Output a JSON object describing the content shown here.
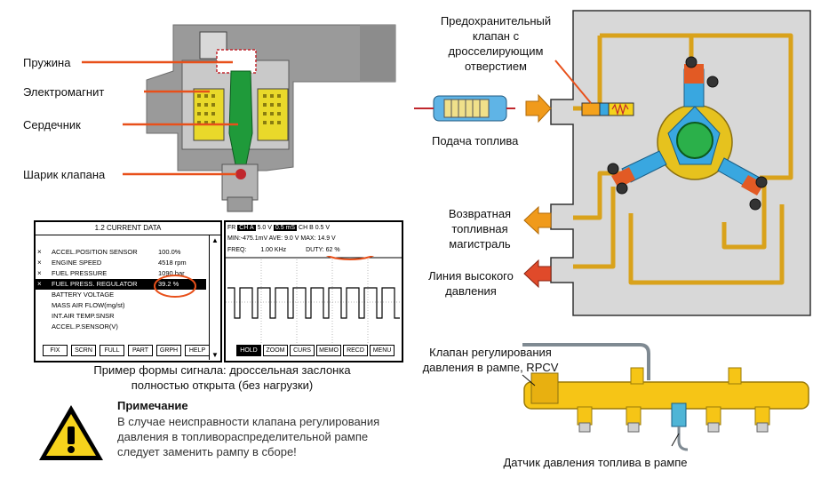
{
  "valve_labels": {
    "spring": "Пружина",
    "solenoid": "Электромагнит",
    "core": "Сердечник",
    "ball": "Шарик клапана"
  },
  "system_labels": {
    "relief_valve": [
      "Предохранительный",
      "клапан с",
      "дросселирующим",
      "отверстием"
    ],
    "fuel_supply": "Подача топлива",
    "return_line": [
      "Возвратная",
      "топливная",
      "магистраль"
    ],
    "high_pressure": [
      "Линия высокого",
      "давления"
    ]
  },
  "scanner": {
    "title": "1.2 CURRENT DATA",
    "rows": [
      {
        "mark": "×",
        "name": "ACCEL.POSITION SENSOR",
        "value": "100.0%"
      },
      {
        "mark": "×",
        "name": "ENGINE SPEED",
        "value": "4518 rpm"
      },
      {
        "mark": "×",
        "name": "FUEL PRESSURE",
        "value": "1090 bar"
      },
      {
        "mark": "×",
        "name": "FUEL PRESS. REGULATOR",
        "value": "39.2 %"
      },
      {
        "mark": "",
        "name": "BATTERY VOLTAGE",
        "value": ""
      },
      {
        "mark": "",
        "name": "MASS AIR FLOW(mg/st)",
        "value": ""
      },
      {
        "mark": "",
        "name": "INT.AIR TEMP.SNSR",
        "value": ""
      },
      {
        "mark": "",
        "name": "ACCEL.P.SENSOR(V)",
        "value": ""
      }
    ],
    "buttons": [
      "FIX",
      "SCRN",
      "FULL",
      "PART",
      "GRPH",
      "HELP"
    ]
  },
  "scope": {
    "fr": "FR",
    "cha": "CH A",
    "cha_val": "5.0 V",
    "time": "0.5 mS",
    "chb": "CH B 0.5 V",
    "min": "MIN:-475.1mV AVE:",
    "ave": "9.0 V",
    "max_lbl": "MAX:",
    "max": "14.9 V",
    "freq": "FREQ:",
    "freq_val": "1.00 KHz",
    "duty": "DUTY: 62 %",
    "buttons": [
      "HOLD",
      "ZOOM",
      "CURS",
      "MEMO",
      "RECD",
      "MENU"
    ]
  },
  "caption": [
    "Пример формы сигнала: дроссельная заслонка",
    "полностью открыта (без нагрузки)"
  ],
  "note": {
    "title": "Примечание",
    "lines": [
      "В случае неисправности клапана регулирования",
      "давления в топливораспределительной рампе",
      "следует заменить рампу в сборе!"
    ]
  },
  "rail_labels": {
    "rpcv": [
      "Клапан регулирования",
      "давления в рампе, RPCV"
    ],
    "sensor": "Датчик давления топлива в рампе"
  },
  "colors": {
    "core": "#1f9a3a",
    "solenoid": "#e9d92a",
    "pointer": "#e8501a",
    "fuel_line": "#d9a21b",
    "pump_blue": "#39a7e0",
    "rail_yellow": "#f6c516",
    "arrow_orange": "#f09a1b",
    "arrow_red": "#e04a2a"
  }
}
